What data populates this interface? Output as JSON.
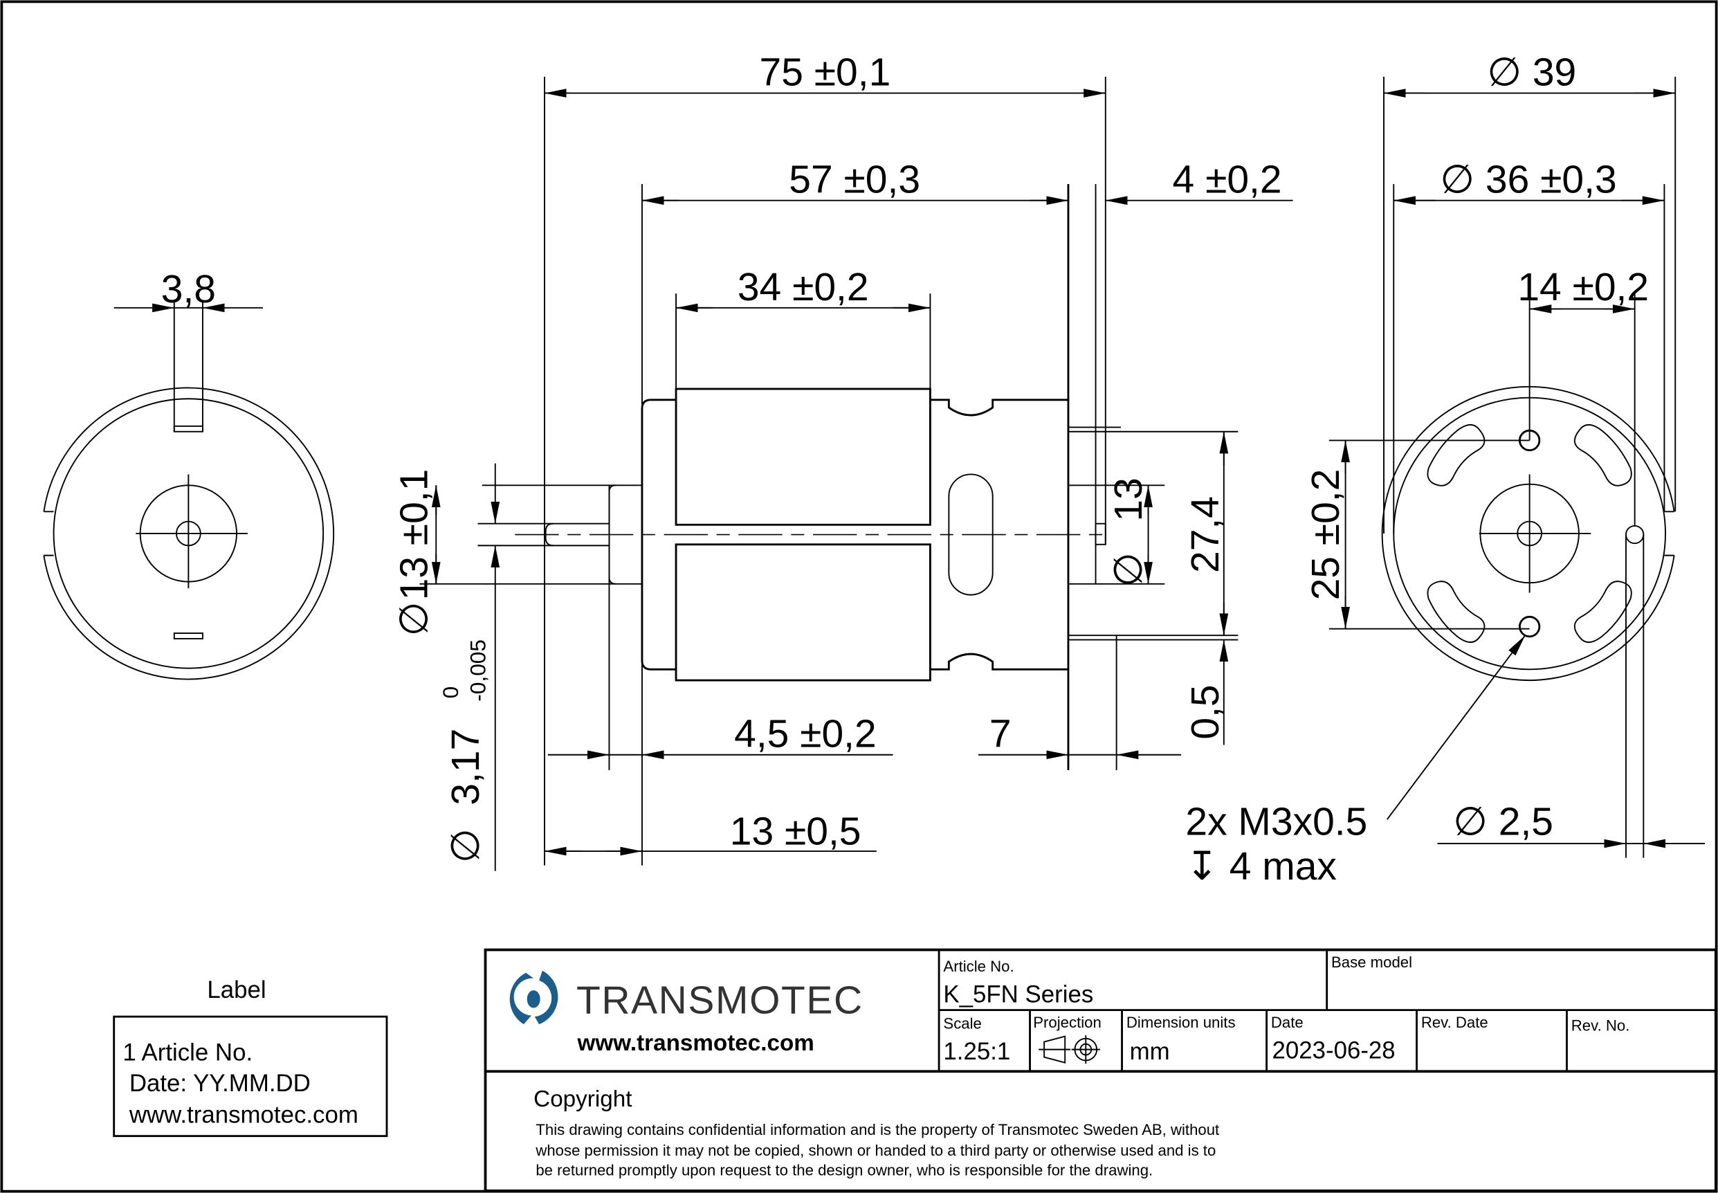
{
  "drawing": {
    "type": "technical-drawing",
    "subject": "DC motor outline dimensions",
    "dimensions": {
      "overall_length": "75 ±0,1",
      "body_length": "57 ±0,3",
      "endcap_length": "4 ±0,2",
      "magnet_length": "34 ±0,2",
      "shaft_flange_dia_symbol": "∅",
      "shaft_flange_dia": "13 ±0,1",
      "shaft_dia_symbol": "∅",
      "shaft_dia": "3,17",
      "shaft_tol_upper": "0",
      "shaft_tol_lower": "-0,005",
      "flange_length": "4,5 ±0,2",
      "shaft_length": "13 ±0,5",
      "rear_bearing_dia": "13",
      "rear_bearing_dia_symbol": "∅",
      "terminal_span": "27,4",
      "terminal_thickness": "0,5",
      "terminal_offset": "7",
      "tab_width": "3,8",
      "outer_dia_symbol": "∅",
      "outer_dia": "39",
      "body_dia_symbol": "∅",
      "body_dia": "36 ±0,3",
      "terminal_pitch": "14 ±0,2",
      "mount_hole_pitch": "25 ±0,2",
      "terminal_hole_dia_symbol": "∅",
      "terminal_hole_dia": "2,5",
      "thread_callout_line1": "2x M3x0.5",
      "thread_callout_depth_symbol": "↧",
      "thread_callout_line2": "4 max"
    }
  },
  "label_box": {
    "title": "Label",
    "line1": "1 Article No.",
    "line2": "Date: YY.MM.DD",
    "line3": "www.transmotec.com"
  },
  "title_block": {
    "brand": "TRANSMOTEC",
    "website": "www.transmotec.com",
    "brand_color": "#1b5e8c",
    "article_no_label": "Article No.",
    "article_no_value": "K_5FN Series",
    "base_model_label": "Base model",
    "base_model_value": "",
    "scale_label": "Scale",
    "scale_value": "1.25:1",
    "projection_label": "Projection",
    "projection_icon": "first-angle-projection-icon",
    "units_label": "Dimension units",
    "units_value": "mm",
    "date_label": "Date",
    "date_value": "2023-06-28",
    "rev_date_label": "Rev. Date",
    "rev_date_value": "",
    "rev_no_label": "Rev. No.",
    "rev_no_value": "",
    "copyright_title": "Copyright",
    "copyright_line1": "This drawing contains confidential information and is the property of Transmotec Sweden AB, without",
    "copyright_line2": "whose permission it may not be copied, shown or handed to a third party or otherwise used and is to",
    "copyright_line3": "be returned promptly upon request to the design owner, who is responsible for the drawing."
  }
}
